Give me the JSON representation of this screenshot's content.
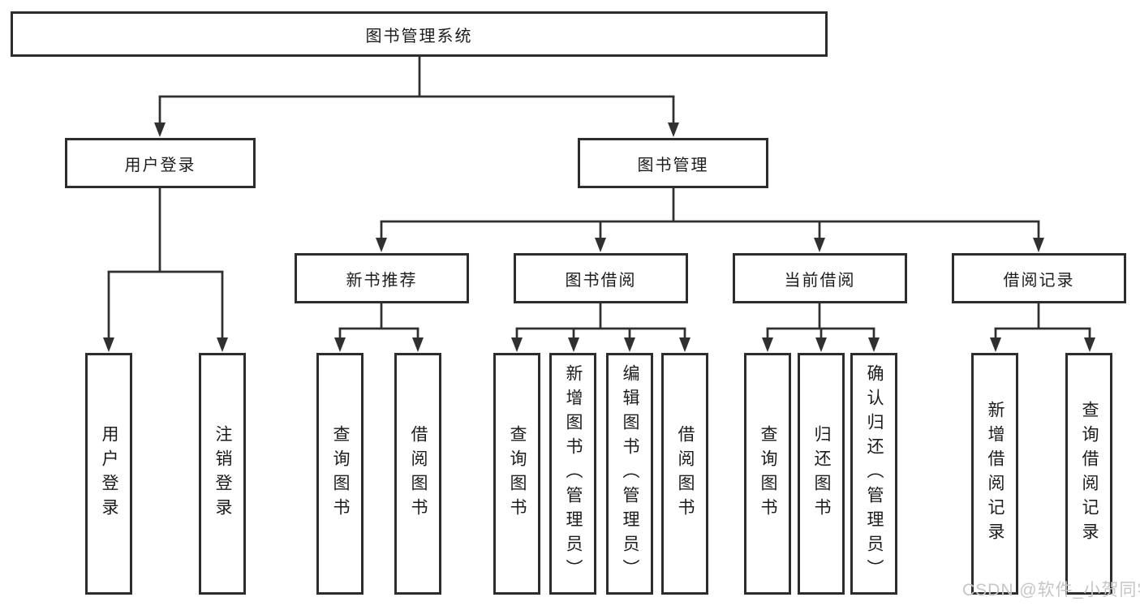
{
  "tree": {
    "root": {
      "label": "图书管理系统",
      "children": [
        {
          "label": "用户登录",
          "children": [
            {
              "label": "用户登录"
            },
            {
              "label": "注销登录"
            }
          ]
        },
        {
          "label": "图书管理",
          "children": [
            {
              "label": "新书推荐",
              "children": [
                {
                  "label": "查询图书"
                },
                {
                  "label": "借阅图书"
                }
              ]
            },
            {
              "label": "图书借阅",
              "children": [
                {
                  "label": "查询图书"
                },
                {
                  "label": "新增图书（管理员）"
                },
                {
                  "label": "编辑图书（管理员）"
                },
                {
                  "label": "借阅图书"
                }
              ]
            },
            {
              "label": "当前借阅",
              "children": [
                {
                  "label": "查询图书"
                },
                {
                  "label": "归还图书"
                },
                {
                  "label": "确认归还（管理员）"
                }
              ]
            },
            {
              "label": "借阅记录",
              "children": [
                {
                  "label": "新增借阅记录"
                },
                {
                  "label": "查询借阅记录"
                }
              ]
            }
          ]
        }
      ]
    }
  },
  "watermark": {
    "text": "CSDN @软件_小贺同学"
  },
  "colors": {
    "line": "#303030",
    "box_border": "#2d2d2d",
    "text": "#1c1c1c",
    "background": "#ffffff",
    "watermark": "#c6c6c6"
  }
}
